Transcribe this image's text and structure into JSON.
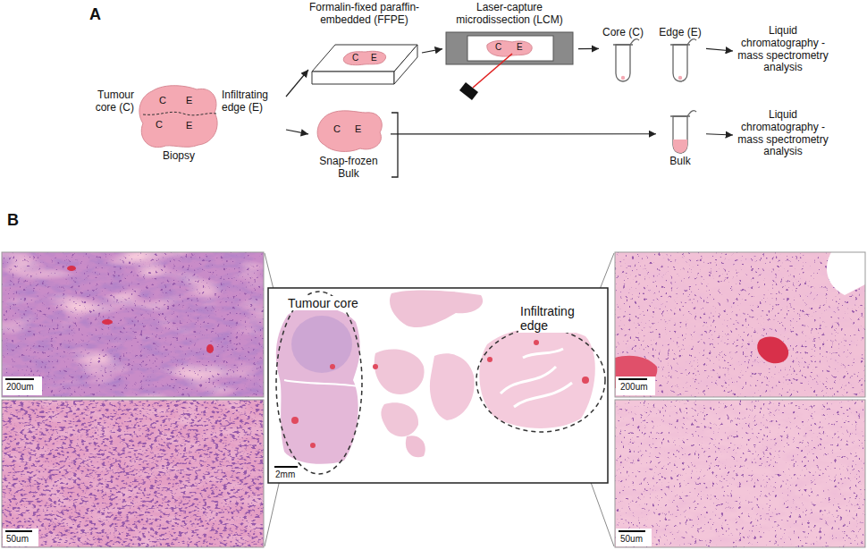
{
  "diagram": {
    "nodes": [
      {
        "text": [
          "Tumour core (C)",
          "C",
          "E",
          "C",
          "E",
          "Infiltrating edge (E)",
          "Biopsy"
        ]
      },
      {
        "text": [
          "Formalin-fixed paraffin-embedded (FFPE)",
          "C",
          "E"
        ]
      },
      {
        "text": [
          "Laser-capture microdissection (LCM)",
          "C",
          "E"
        ]
      },
      {
        "text": [
          "Core (C)"
        ]
      },
      {
        "text": [
          "Edge (E)"
        ]
      },
      {
        "text": [
          "Liquid chromatography - mass spectrometry analysis"
        ]
      },
      {
        "text": [
          "Snap-frozen Bulk",
          "C",
          "E"
        ]
      },
      {
        "text": [
          "Bulk"
        ]
      },
      {
        "text": [
          "Liquid chromatography - mass spectrometry analysis"
        ]
      }
    ],
    "edges": [
      {
        "from": 0,
        "to": 1,
        "arrow": "to"
      },
      {
        "from": 0,
        "to": 6,
        "arrow": "to"
      },
      {
        "from": 1,
        "to": 2,
        "arrow": "to"
      },
      {
        "from": 2,
        "to": 3,
        "arrow": "to"
      },
      {
        "from": 4,
        "to": 5,
        "arrow": "to"
      },
      {
        "from": 6,
        "to": 7,
        "arrow": "to"
      },
      {
        "from": 7,
        "to": 8,
        "arrow": "to"
      }
    ],
    "labels": [
      "A",
      "B",
      "200um",
      "50um",
      "Tumour core",
      "Infiltrating edge",
      "2mm",
      "200um",
      "50um"
    ]
  }
}
